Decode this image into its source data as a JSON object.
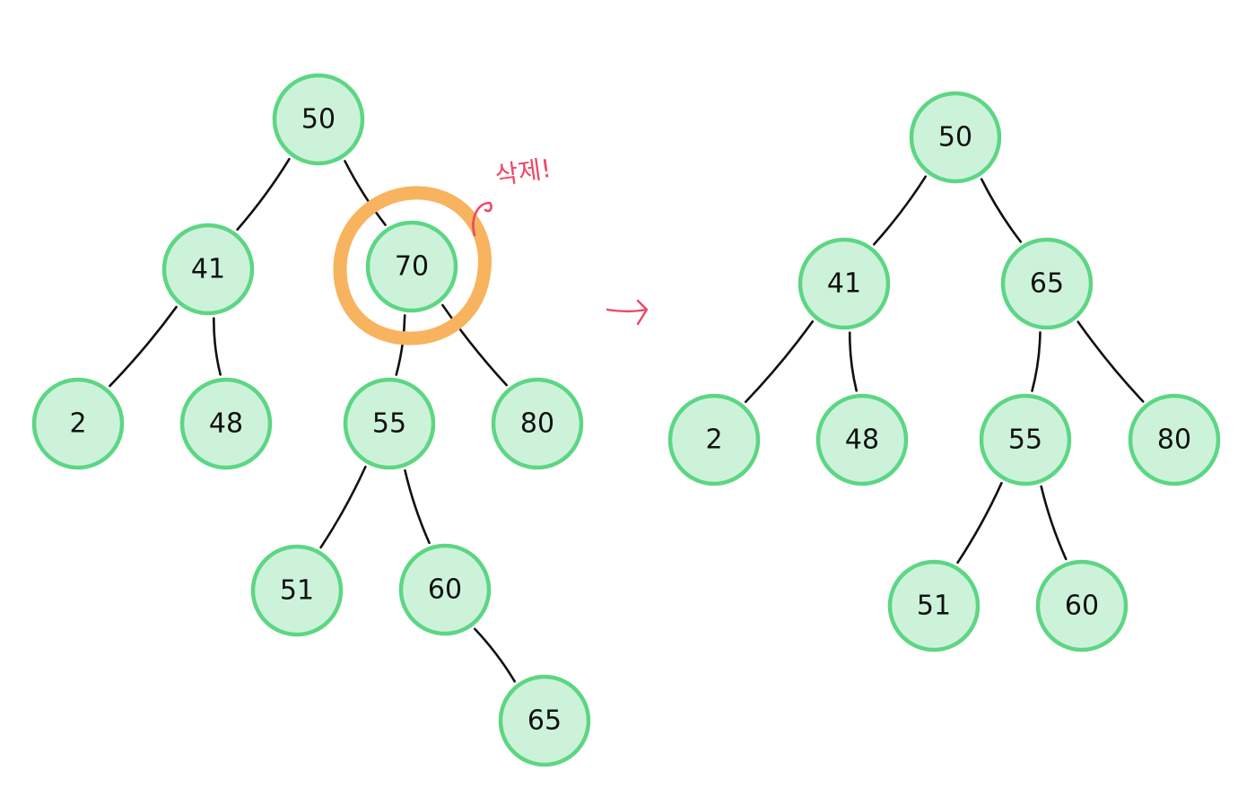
{
  "colors": {
    "node_fill": "#ccf3da",
    "node_stroke": "#5dd683",
    "edge": "#111111",
    "highlight_ring": "#f7b35e",
    "delete_note": "#ee4666",
    "arrow": "#ee4666"
  },
  "annotation": {
    "delete_label": "삭제!",
    "target_value": "70"
  },
  "trees": [
    {
      "name": "before",
      "nodes": [
        {
          "id": "b50",
          "value": "50"
        },
        {
          "id": "b41",
          "value": "41"
        },
        {
          "id": "b70",
          "value": "70"
        },
        {
          "id": "b2",
          "value": "2"
        },
        {
          "id": "b48",
          "value": "48"
        },
        {
          "id": "b55",
          "value": "55"
        },
        {
          "id": "b80",
          "value": "80"
        },
        {
          "id": "b51",
          "value": "51"
        },
        {
          "id": "b60",
          "value": "60"
        },
        {
          "id": "b65",
          "value": "65"
        }
      ],
      "edges": [
        [
          "b50",
          "b41"
        ],
        [
          "b50",
          "b70"
        ],
        [
          "b41",
          "b2"
        ],
        [
          "b41",
          "b48"
        ],
        [
          "b70",
          "b55"
        ],
        [
          "b70",
          "b80"
        ],
        [
          "b55",
          "b51"
        ],
        [
          "b55",
          "b60"
        ],
        [
          "b60",
          "b65"
        ]
      ]
    },
    {
      "name": "after",
      "nodes": [
        {
          "id": "a50",
          "value": "50"
        },
        {
          "id": "a41",
          "value": "41"
        },
        {
          "id": "a65",
          "value": "65"
        },
        {
          "id": "a2",
          "value": "2"
        },
        {
          "id": "a48",
          "value": "48"
        },
        {
          "id": "a55",
          "value": "55"
        },
        {
          "id": "a80",
          "value": "80"
        },
        {
          "id": "a51",
          "value": "51"
        },
        {
          "id": "a60",
          "value": "60"
        }
      ],
      "edges": [
        [
          "a50",
          "a41"
        ],
        [
          "a50",
          "a65"
        ],
        [
          "a41",
          "a2"
        ],
        [
          "a41",
          "a48"
        ],
        [
          "a65",
          "a55"
        ],
        [
          "a65",
          "a80"
        ],
        [
          "a55",
          "a51"
        ],
        [
          "a55",
          "a60"
        ]
      ]
    }
  ]
}
